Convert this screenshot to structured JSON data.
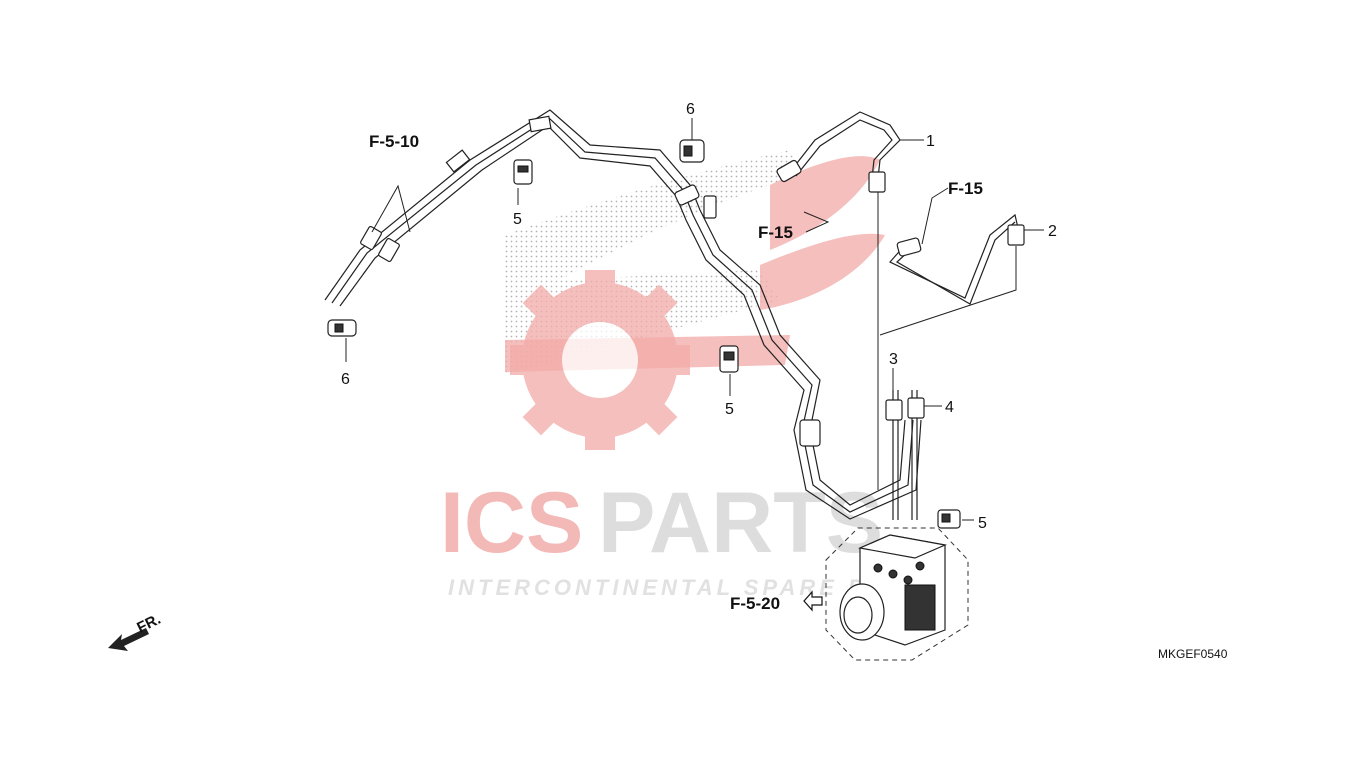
{
  "diagram": {
    "refs": {
      "f510": "F-5-10",
      "f15_left": "F-15",
      "f15_right": "F-15",
      "f520": "F-5-20",
      "front": "FR."
    },
    "callouts": {
      "c1": "1",
      "c2": "2",
      "c3": "3",
      "c4": "4",
      "c5a": "5",
      "c5b": "5",
      "c5c": "5",
      "c6a": "6",
      "c6b": "6"
    },
    "diagram_code": "MKGEF0540"
  },
  "watermark": {
    "brand": "ICSPARTS",
    "brand_ics": "ICS",
    "brand_parts": "PARTS",
    "tagline": "INTERCONTINENTAL SPARE PARTS",
    "colors": {
      "red": "#e8413c",
      "gray": "#9a9a9a"
    }
  }
}
